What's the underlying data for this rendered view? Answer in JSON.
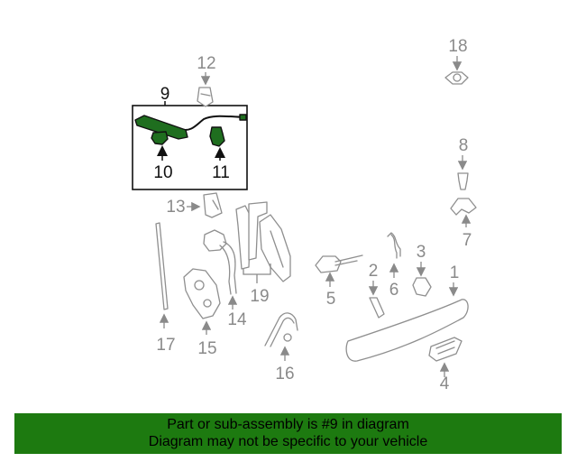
{
  "diagram": {
    "highlighted_callout": "9",
    "highlight_color": "#1d7a10",
    "callouts": {
      "c1": "1",
      "c2": "2",
      "c3": "3",
      "c4": "4",
      "c5": "5",
      "c6": "6",
      "c7": "7",
      "c8": "8",
      "c9": "9",
      "c10": "10",
      "c11": "11",
      "c12": "12",
      "c13": "13",
      "c14": "14",
      "c15": "15",
      "c16": "16",
      "c17": "17",
      "c18": "18",
      "c19": "19"
    }
  },
  "banner": {
    "line1": "Part or sub-assembly is #9 in diagram",
    "line2": "Diagram may not be specific to your vehicle",
    "background": "#1d7a10"
  }
}
